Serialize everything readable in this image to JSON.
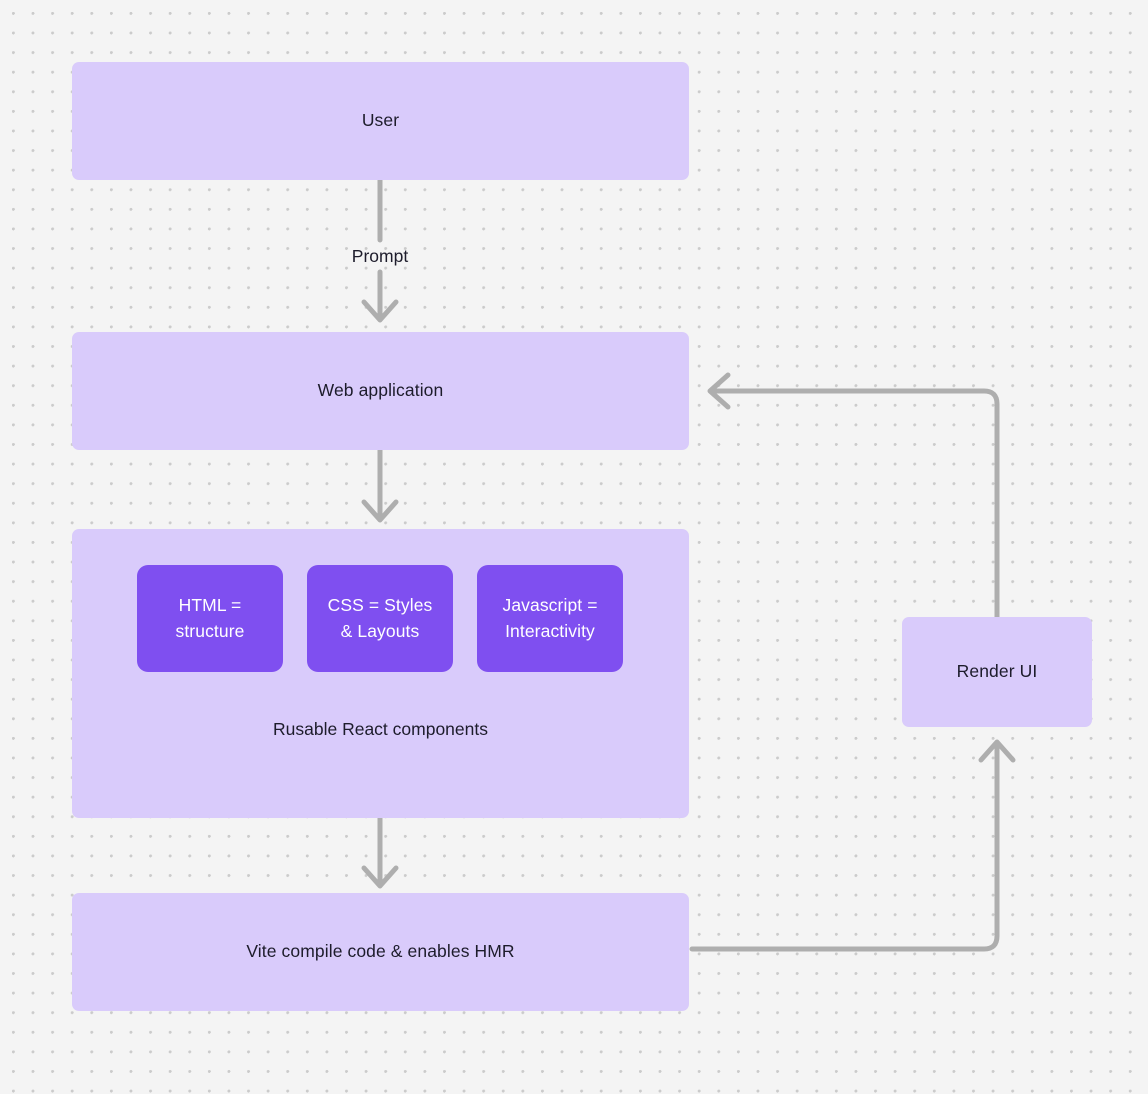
{
  "diagram": {
    "background_color": "#f4f4f4",
    "dot_color": "#cbcbcb",
    "node_fill_light": "#d9cbfb",
    "node_fill_accent": "#7f4ff0",
    "edge_color": "#aeaeae",
    "text_color": "#1d1c2b",
    "nodes": [
      {
        "id": "user",
        "label": "User"
      },
      {
        "id": "web_application",
        "label": "Web application"
      },
      {
        "id": "components_container",
        "label": "Rusable React components"
      },
      {
        "id": "html",
        "label": "HTML =\nstructure",
        "line1": "HTML =",
        "line2": "structure"
      },
      {
        "id": "css",
        "label": "CSS = Styles\n& Layouts",
        "line1": "CSS = Styles",
        "line2": "& Layouts"
      },
      {
        "id": "javascript",
        "label": "Javascript =\nInteractivity",
        "line1": "Javascript =",
        "line2": "Interactivity"
      },
      {
        "id": "vite",
        "label": "Vite compile code & enables HMR"
      },
      {
        "id": "render_ui",
        "label": "Render UI"
      }
    ],
    "edges": [
      {
        "id": "user-to-web",
        "from": "user",
        "to": "web_application",
        "label": "Prompt"
      },
      {
        "id": "web-to-components",
        "from": "web_application",
        "to": "components_container",
        "label": ""
      },
      {
        "id": "components-to-vite",
        "from": "components_container",
        "to": "vite",
        "label": ""
      },
      {
        "id": "vite-to-render",
        "from": "vite",
        "to": "render_ui",
        "label": ""
      },
      {
        "id": "render-to-web",
        "from": "render_ui",
        "to": "web_application",
        "label": ""
      }
    ]
  }
}
